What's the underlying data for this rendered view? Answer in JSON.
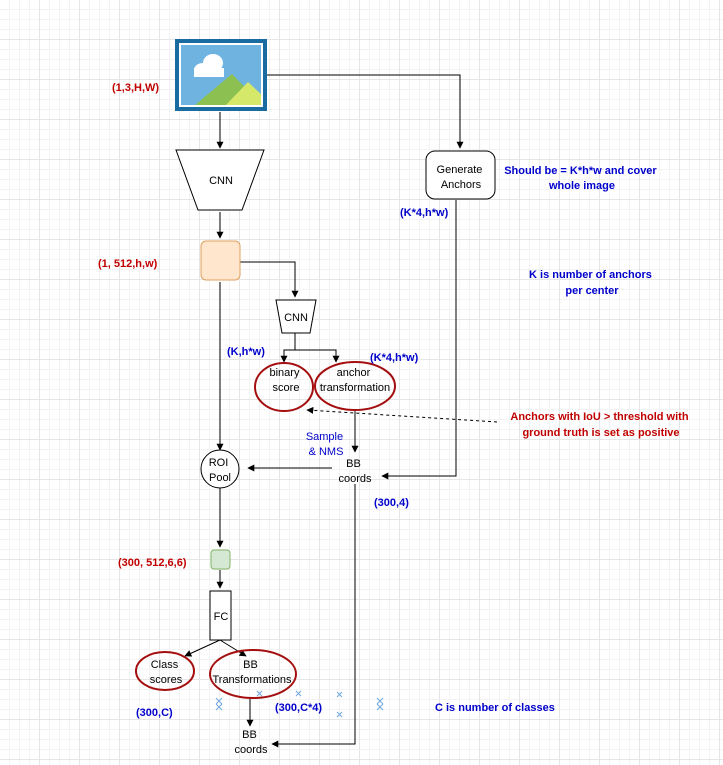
{
  "colors": {
    "red_label": "#c00000",
    "blue_label": "#0000cc",
    "ellipse": "#a50e0e",
    "feature_box_fill": "#ffe6cc",
    "feature_box_stroke": "#e0a060",
    "roi_box_fill": "#d5e8d4",
    "roi_box_stroke": "#82b366",
    "image_frame": "#1a6ba0",
    "image_sky": "#6fb3e0"
  },
  "nodes": {
    "cnn_main": "CNN",
    "generate_anchors": [
      "Generate",
      "Anchors"
    ],
    "cnn_small": "CNN",
    "binary_score": [
      "binary",
      "score"
    ],
    "anchor_transformation": [
      "anchor",
      "transformation"
    ],
    "sample_nms": [
      "Sample",
      "& NMS"
    ],
    "bb_coords_mid": [
      "BB",
      "coords"
    ],
    "roi_pool": [
      "ROI",
      "Pool"
    ],
    "fc": "FC",
    "class_scores": [
      "Class",
      "scores"
    ],
    "bb_transformations": [
      "BB",
      "Transformations"
    ],
    "bb_coords_bottom": [
      "BB",
      "coords"
    ]
  },
  "labels": {
    "input_shape": "(1,3,H,W)",
    "feature_shape": "(1, 512,h,w)",
    "anchors_shape": "(K*4,h*w)",
    "score_shape": "(K,h*w)",
    "transform_shape": "(K*4,h*w)",
    "bb_shape": "(300,4)",
    "roi_shape": "(300, 512,6,6)",
    "class_shape": "(300,C)",
    "bbt_shape": "(300,C*4)"
  },
  "notes": {
    "anchor_cover": [
      "Should be = K*h*w and cover",
      "whole image"
    ],
    "k_def": [
      "K is number of anchors",
      "per center"
    ],
    "iou_note": [
      "Anchors with IoU > threshold with",
      "ground truth is set as positive"
    ],
    "c_def": "C is number of  classes"
  }
}
